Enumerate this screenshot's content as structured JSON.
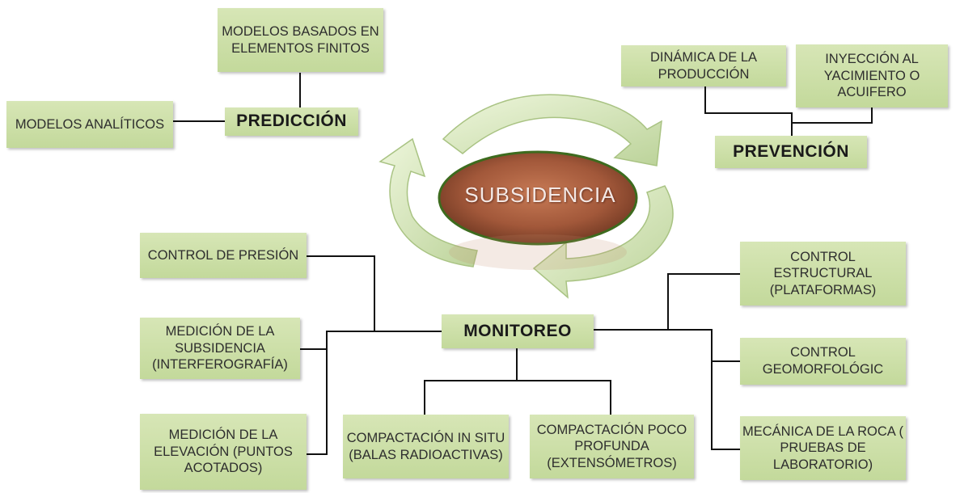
{
  "center": {
    "label": "SUBSIDENCIA"
  },
  "prediccion": {
    "title": "PREDICCIÓN",
    "items": [
      "MODELOS BASADOS EN ELEMENTOS FINITOS",
      "MODELOS ANALÍTICOS"
    ]
  },
  "prevencion": {
    "title": "PREVENCIÓN",
    "items": [
      "DINÁMICA DE LA PRODUCCIÓN",
      "INYECCIÓN AL YACIMIENTO O ACUIFERO"
    ]
  },
  "monitoreo": {
    "title": "MONITOREO",
    "left": [
      "CONTROL DE PRESIÓN",
      "MEDICIÓN DE LA SUBSIDENCIA (INTERFEROGRAFÍA)",
      "MEDICIÓN DE LA ELEVACIÓN (PUNTOS ACOTADOS)"
    ],
    "bottom": [
      "COMPACTACIÓN IN SITU (BALAS RADIOACTIVAS)",
      "COMPACTACIÓN POCO PROFUNDA (EXTENSÓMETROS)"
    ],
    "right": [
      "CONTROL ESTRUCTURAL (PLATAFORMAS)",
      "CONTROL GEOMORFOLÓGIC",
      "MECÁNICA DE LA ROCA ( PRUEBAS DE LABORATORIO)"
    ]
  },
  "colors": {
    "box": "#c9dca4",
    "line": "#111111",
    "arrow": "#d9e8b8",
    "ellipse": "#a0522d"
  }
}
